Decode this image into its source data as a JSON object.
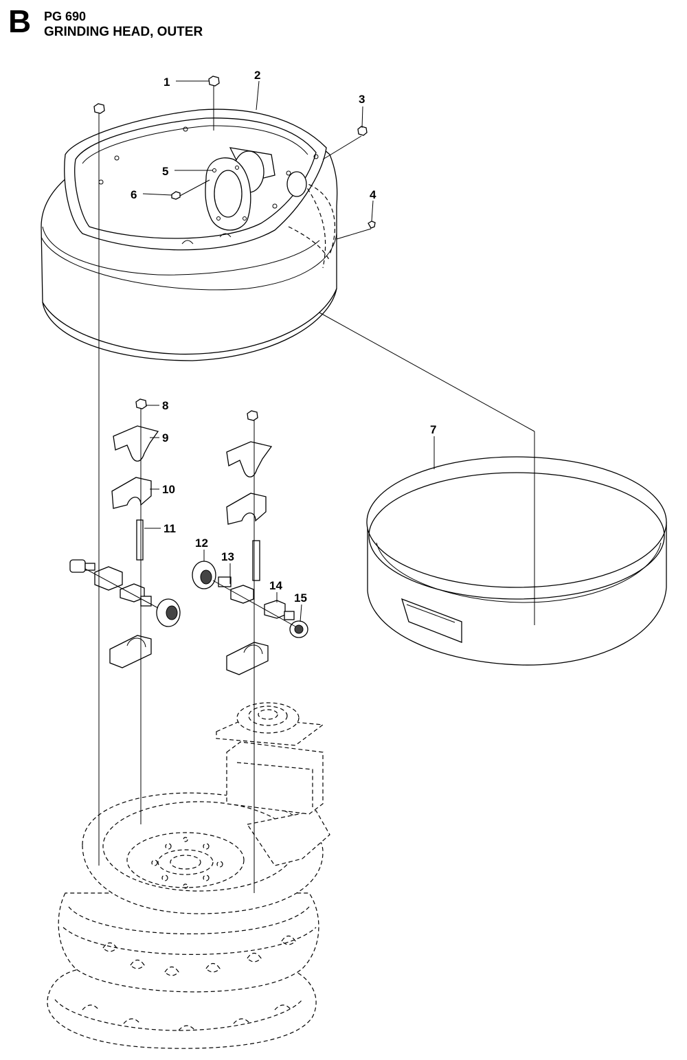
{
  "header": {
    "section_letter": "B",
    "model": "PG 690",
    "title": "GRINDING HEAD, OUTER"
  },
  "callouts": [
    "1",
    "2",
    "3",
    "4",
    "5",
    "6",
    "7",
    "8",
    "9",
    "10",
    "11",
    "12",
    "13",
    "14",
    "15"
  ]
}
